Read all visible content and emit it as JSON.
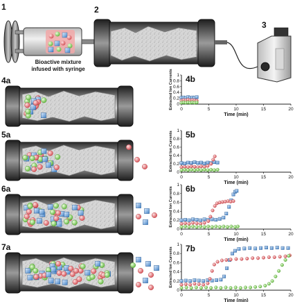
{
  "top": {
    "step1": "1",
    "step2": "2",
    "step3": "3",
    "caption_line1": "Bioactive mixture",
    "caption_line2": "infused with syringe"
  },
  "panels": [
    {
      "label_a": "4a",
      "label_b": "4b"
    },
    {
      "label_a": "5a",
      "label_b": "5b"
    },
    {
      "label_a": "6a",
      "label_b": "6b"
    },
    {
      "label_a": "7a",
      "label_b": "7b"
    }
  ],
  "colors": {
    "red": "#e0676b",
    "blue": "#5b9bd9",
    "green": "#8cd36a",
    "column_dark": "#3a3a3a",
    "column_light": "#bdbdbd"
  },
  "chart_data": [
    {
      "type": "scatter",
      "title": "4b",
      "ylabel": "Extracted Ion Currents",
      "xlabel": "Time (min)",
      "xlim": [
        0,
        20
      ],
      "ylim": [
        0,
        1
      ],
      "xticks": [
        "0",
        "5",
        "10",
        "15",
        "20"
      ],
      "yticks": [
        "0",
        "0.2",
        "0.4",
        "0.6",
        "0.8",
        "1"
      ],
      "series": [
        {
          "color": "blue",
          "x": [
            0,
            0.4,
            0.8,
            1.2,
            1.6,
            2.0,
            2.4,
            2.8
          ],
          "y": [
            0.22,
            0.23,
            0.21,
            0.24,
            0.22,
            0.23,
            0.22,
            0.24
          ]
        },
        {
          "color": "red",
          "x": [
            0,
            0.4,
            0.8,
            1.2,
            1.6,
            2.0,
            2.4,
            2.8
          ],
          "y": [
            0.12,
            0.14,
            0.13,
            0.15,
            0.13,
            0.14,
            0.13,
            0.12
          ]
        },
        {
          "color": "green",
          "x": [
            0,
            0.4,
            0.8,
            1.2,
            1.6,
            2.0,
            2.4,
            2.8
          ],
          "y": [
            0.05,
            0.06,
            0.05,
            0.06,
            0.05,
            0.06,
            0.05,
            0.06
          ]
        }
      ]
    },
    {
      "type": "scatter",
      "title": "5b",
      "ylabel": "Extracted Ion Currents",
      "xlabel": "Time (min)",
      "xlim": [
        0,
        20
      ],
      "ylim": [
        0,
        1
      ],
      "xticks": [
        "0",
        "5",
        "10",
        "15",
        "20"
      ],
      "yticks": [
        "0",
        "0.2",
        "0.4",
        "0.6",
        "0.8",
        "1"
      ],
      "series": [
        {
          "color": "blue",
          "x": [
            0,
            0.6,
            1.2,
            1.8,
            2.4,
            3.0,
            3.6,
            4.2,
            4.8,
            5.4,
            6.0,
            6.6
          ],
          "y": [
            0.22,
            0.21,
            0.23,
            0.22,
            0.24,
            0.22,
            0.23,
            0.21,
            0.23,
            0.22,
            0.24,
            0.23
          ]
        },
        {
          "color": "red",
          "x": [
            0,
            0.6,
            1.2,
            1.8,
            2.4,
            3.0,
            3.6,
            4.2,
            4.8,
            5.4,
            5.8,
            6.1
          ],
          "y": [
            0.12,
            0.13,
            0.12,
            0.14,
            0.13,
            0.12,
            0.14,
            0.13,
            0.15,
            0.2,
            0.3,
            0.38
          ]
        },
        {
          "color": "green",
          "x": [
            0,
            0.6,
            1.2,
            1.8,
            2.4,
            3.0,
            3.6,
            4.2,
            4.8,
            5.4,
            6.0,
            6.6
          ],
          "y": [
            0.05,
            0.06,
            0.05,
            0.06,
            0.05,
            0.06,
            0.05,
            0.06,
            0.05,
            0.06,
            0.05,
            0.06
          ]
        }
      ]
    },
    {
      "type": "scatter",
      "title": "6b",
      "ylabel": "Extracted Ion Currents",
      "xlabel": "Time (min)",
      "xlim": [
        0,
        20
      ],
      "ylim": [
        0,
        1
      ],
      "xticks": [
        "0",
        "5",
        "10",
        "15",
        "20"
      ],
      "yticks": [
        "0",
        "0.2",
        "0.4",
        "0.6",
        "0.8",
        "1"
      ],
      "series": [
        {
          "color": "blue",
          "x": [
            0,
            0.7,
            1.4,
            2.1,
            2.8,
            3.5,
            4.2,
            4.9,
            5.6,
            6.3,
            7.0,
            7.7,
            8.2,
            8.7,
            9.1,
            9.5,
            9.8,
            10.1
          ],
          "y": [
            0.2,
            0.21,
            0.2,
            0.22,
            0.21,
            0.2,
            0.22,
            0.21,
            0.22,
            0.21,
            0.23,
            0.26,
            0.35,
            0.5,
            0.65,
            0.78,
            0.84,
            0.86
          ]
        },
        {
          "color": "red",
          "x": [
            0,
            0.7,
            1.4,
            2.1,
            2.8,
            3.5,
            4.2,
            4.9,
            5.3,
            5.7,
            6.1,
            6.5,
            7.0,
            7.5,
            8.0,
            8.5,
            9.0,
            9.5
          ],
          "y": [
            0.12,
            0.13,
            0.12,
            0.14,
            0.13,
            0.12,
            0.14,
            0.18,
            0.28,
            0.42,
            0.52,
            0.58,
            0.6,
            0.61,
            0.62,
            0.63,
            0.62,
            0.63
          ]
        },
        {
          "color": "green",
          "x": [
            0,
            0.7,
            1.4,
            2.1,
            2.8,
            3.5,
            4.2,
            4.9,
            5.6,
            6.3,
            7.0,
            7.7,
            8.4,
            9.1,
            9.8,
            10.3
          ],
          "y": [
            0.05,
            0.06,
            0.05,
            0.06,
            0.05,
            0.06,
            0.05,
            0.06,
            0.05,
            0.06,
            0.05,
            0.06,
            0.05,
            0.06,
            0.05,
            0.06
          ]
        }
      ]
    },
    {
      "type": "scatter",
      "title": "7b",
      "ylabel": "Extracted Ion Currents",
      "xlabel": "Time (min)",
      "xlim": [
        0,
        20
      ],
      "ylim": [
        0,
        1
      ],
      "xticks": [
        "0",
        "5",
        "10",
        "15",
        "20"
      ],
      "yticks": [
        "0",
        "0.2",
        "0.4",
        "0.6",
        "0.8",
        "1"
      ],
      "series": [
        {
          "color": "blue",
          "x": [
            0,
            0.8,
            1.6,
            2.4,
            3.2,
            4.0,
            4.8,
            5.6,
            6.4,
            7.2,
            7.8,
            8.3,
            8.8,
            9.3,
            9.8,
            10.5,
            11.5,
            12.5,
            13.5,
            14.5,
            15.5,
            16.5,
            17.5,
            18.5,
            19.5
          ],
          "y": [
            0.2,
            0.21,
            0.2,
            0.22,
            0.21,
            0.2,
            0.22,
            0.21,
            0.22,
            0.23,
            0.3,
            0.48,
            0.66,
            0.8,
            0.86,
            0.9,
            0.91,
            0.92,
            0.91,
            0.92,
            0.93,
            0.92,
            0.93,
            0.92,
            0.92
          ]
        },
        {
          "color": "red",
          "x": [
            0,
            0.8,
            1.6,
            2.4,
            3.2,
            4.0,
            4.8,
            5.2,
            5.6,
            6.0,
            6.6,
            7.4,
            8.2,
            9.0,
            10.0,
            11.0,
            12.0,
            13.0,
            14.0,
            15.0,
            16.0,
            17.0,
            18.0,
            19.0,
            19.8
          ],
          "y": [
            0.12,
            0.13,
            0.12,
            0.14,
            0.13,
            0.12,
            0.15,
            0.25,
            0.42,
            0.56,
            0.62,
            0.65,
            0.66,
            0.67,
            0.68,
            0.68,
            0.69,
            0.7,
            0.7,
            0.71,
            0.72,
            0.72,
            0.73,
            0.74,
            0.76
          ]
        },
        {
          "color": "green",
          "x": [
            0,
            0.9,
            1.8,
            2.7,
            3.6,
            4.5,
            5.4,
            6.3,
            7.2,
            8.1,
            9.0,
            9.9,
            10.8,
            11.7,
            12.6,
            13.5,
            14.4,
            15.3,
            16.0,
            16.6,
            17.2,
            17.8,
            18.4,
            19.0,
            19.6
          ],
          "y": [
            0.05,
            0.06,
            0.05,
            0.06,
            0.05,
            0.06,
            0.05,
            0.06,
            0.05,
            0.06,
            0.05,
            0.06,
            0.05,
            0.06,
            0.06,
            0.07,
            0.08,
            0.1,
            0.14,
            0.2,
            0.3,
            0.42,
            0.55,
            0.66,
            0.75
          ]
        }
      ]
    }
  ]
}
